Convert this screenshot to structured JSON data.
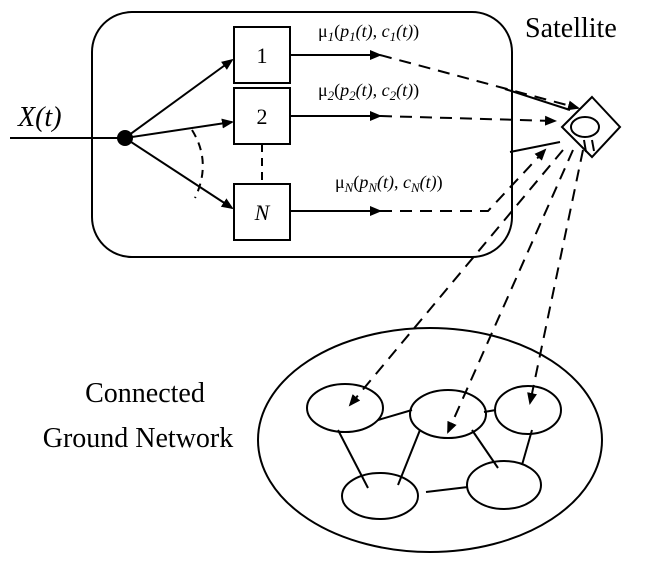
{
  "input": {
    "label": "X(t)"
  },
  "queues": [
    {
      "label": "1",
      "flow": {
        "mu": "μ",
        "sub": "1",
        "p": "p",
        "c": "c",
        "sep": ", ",
        "t": "(t)"
      }
    },
    {
      "label": "2",
      "flow": {
        "mu": "μ",
        "sub": "2",
        "p": "p",
        "c": "c",
        "sep": ", ",
        "t": "(t)"
      }
    },
    {
      "label": "N",
      "flow": {
        "mu": "μ",
        "sub": "N",
        "p": "p",
        "c": "c",
        "sep": ", ",
        "t": "(t)"
      }
    }
  ],
  "satellite": {
    "label": "Satellite"
  },
  "ground_network": {
    "label_line1": "Connected",
    "label_line2": "Ground Network"
  }
}
